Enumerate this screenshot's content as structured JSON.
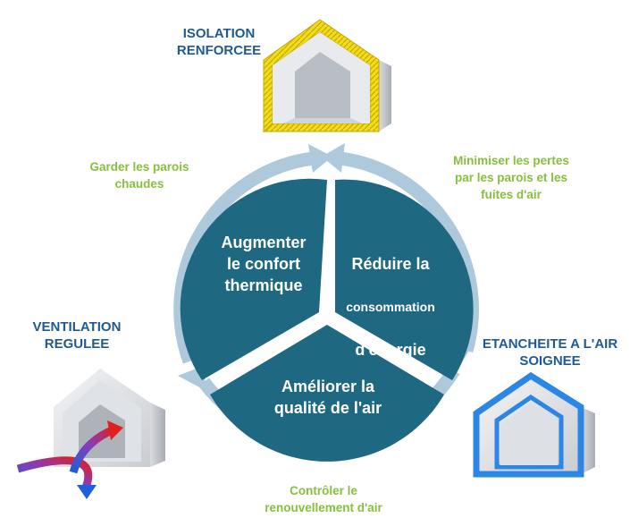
{
  "houses": {
    "isolation": "ISOLATION\nRENFORCEE",
    "ventilation": "VENTILATION\nREGULEE",
    "etancheite": "ETANCHEITE A L'AIR\nSOIGNEE"
  },
  "arrows_text": {
    "parois": "Garder les parois\nchaudes",
    "pertes": "Minimiser les pertes\npar les parois et les\nfuites d'air",
    "renouvellement": "Contrôler le\nrenouvellement d'air"
  },
  "segments": {
    "confort": "Augmenter\nle confort\nthermique",
    "energie_line1": "Réduire la",
    "energie_line2": "consommation",
    "energie_line3": "d'énergie",
    "air": "Améliorer la\nqualité de l'air"
  },
  "colors": {
    "segment": "#1f6882",
    "ring": "#aec8dc",
    "house_label": "#1f5a94",
    "green_text": "#86c03d",
    "insulation": "#f2dc1e",
    "airtight": "#2b86e6"
  }
}
